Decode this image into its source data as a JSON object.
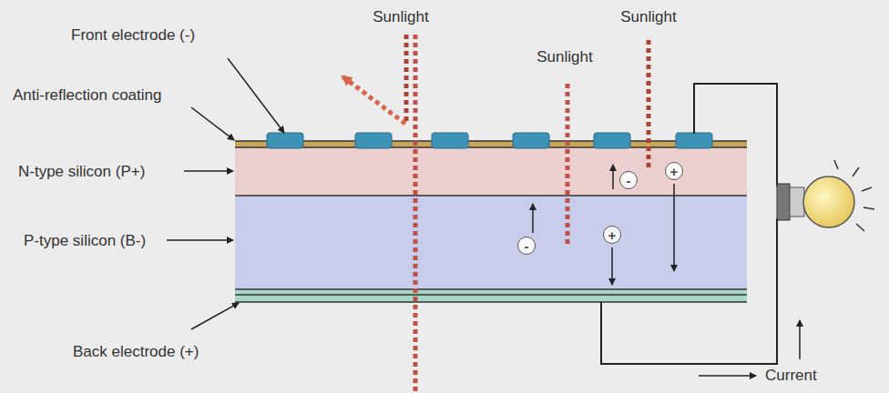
{
  "diagram": {
    "nodes": [
      {
        "text": [
          "-"
        ]
      },
      {
        "text": [
          "+"
        ]
      },
      {
        "text": [
          "-"
        ]
      },
      {
        "text": [
          "+"
        ]
      }
    ],
    "labels": [
      "Front electrode (-)",
      "Sunlight",
      "Sunlight",
      "Sunlight",
      "Anti-reflection coating",
      "N-type silicon (P+)",
      "P-type silicon (B-)",
      "Back electrode (+)",
      "Current"
    ]
  }
}
